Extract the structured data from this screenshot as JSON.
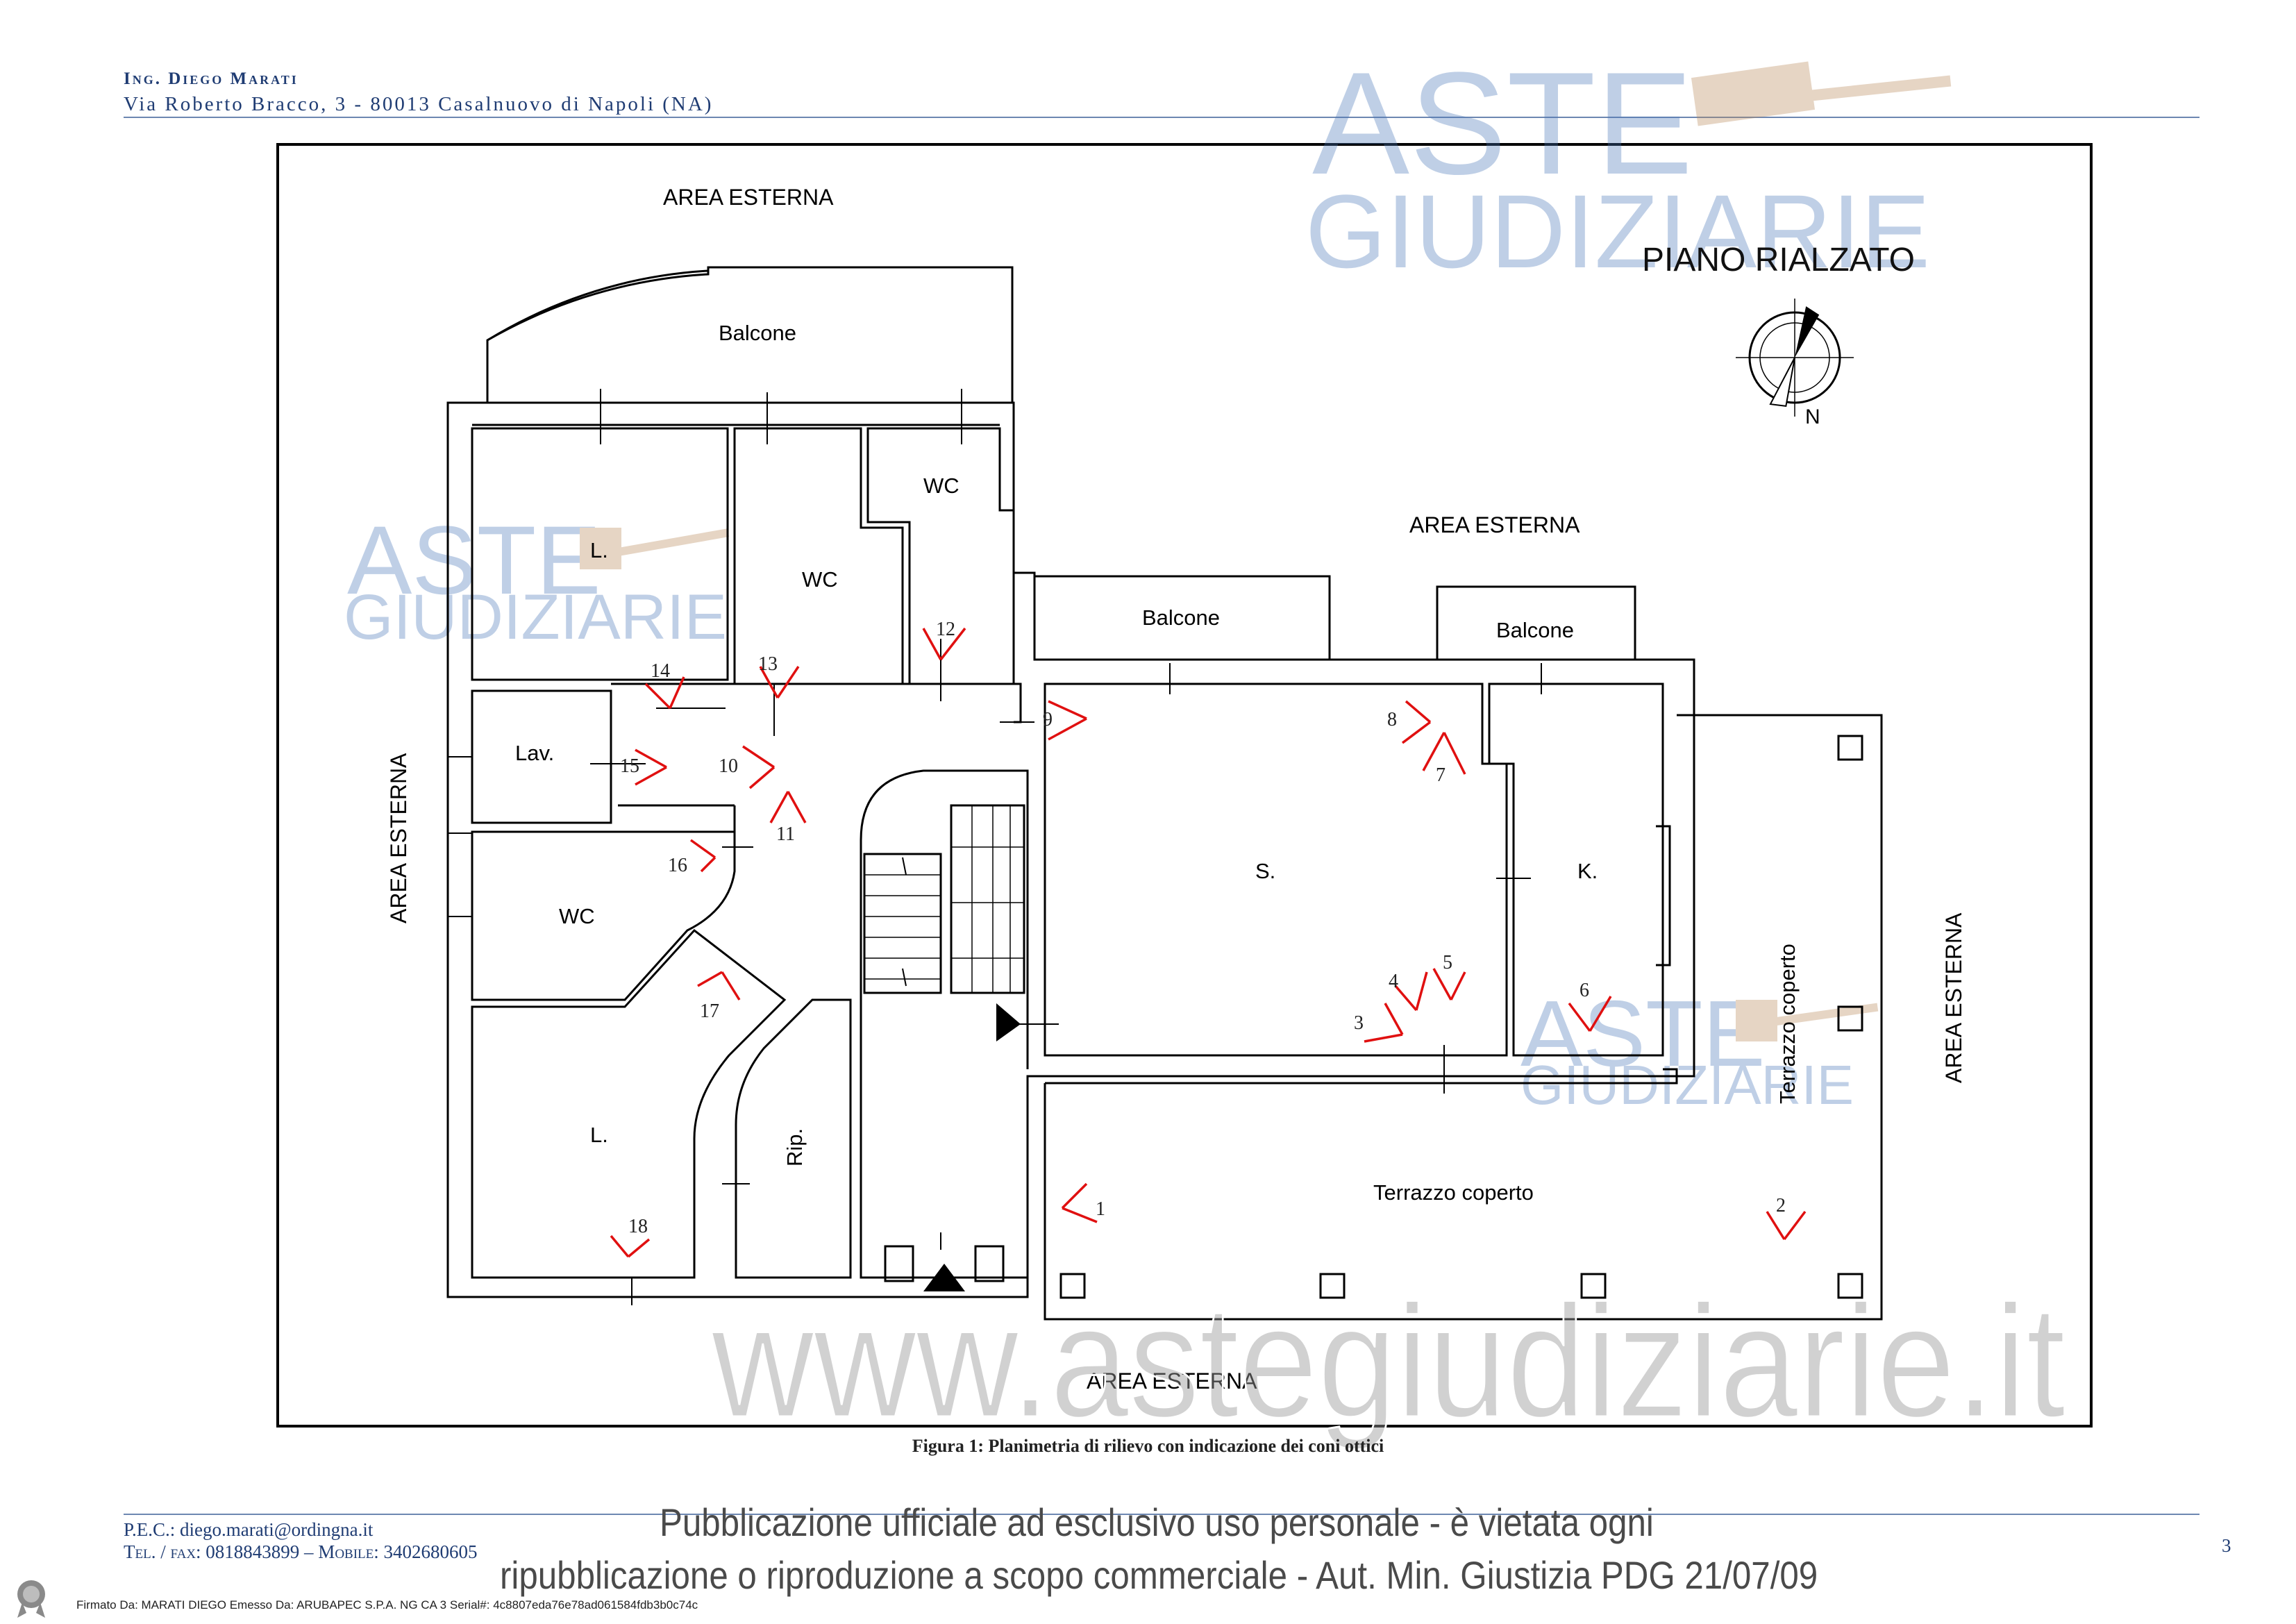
{
  "header": {
    "name": "Ing. Diego Marati",
    "address": "Via Roberto Bracco, 3 - 80013 Casalnuovo di Napoli (NA)"
  },
  "watermark": {
    "logo_line1": "ASTE",
    "logo_line2": "GIUDIZIARIE",
    "url": "www.astegiudiziarie.it"
  },
  "plan": {
    "floor_title": "PIANO RIALZATO",
    "north_label": "N",
    "exterior_label": "AREA ESTERNA",
    "rooms": {
      "balcone": "Balcone",
      "wc": "WC",
      "l": "L.",
      "lav": "Lav.",
      "s": "S.",
      "k": "K.",
      "rip": "Rip.",
      "terrazzo": "Terrazzo coperto"
    },
    "viewpoints": [
      "1",
      "2",
      "3",
      "4",
      "5",
      "6",
      "7",
      "8",
      "9",
      "10",
      "11",
      "12",
      "13",
      "14",
      "15",
      "16",
      "17",
      "18"
    ]
  },
  "caption": "Figura 1: Planimetria di rilievo con indicazione dei coni ottici",
  "footer": {
    "pec": "P.E.C.: diego.marati@ordingna.it",
    "tel": "Tel. / fax: 0818843899 – Mobile: 3402680605",
    "disclaimer_line1": "Pubblicazione ufficiale ad esclusivo uso personale - è vietata ogni",
    "disclaimer_line2": "ripubblicazione o riproduzione a scopo commerciale - Aut. Min. Giustizia PDG 21/07/09",
    "page_number": "3",
    "signature": "Firmato Da: MARATI DIEGO Emesso Da: ARUBAPEC S.P.A. NG CA 3 Serial#: 4c8807eda76e78ad061584fdb3b0c74c"
  }
}
